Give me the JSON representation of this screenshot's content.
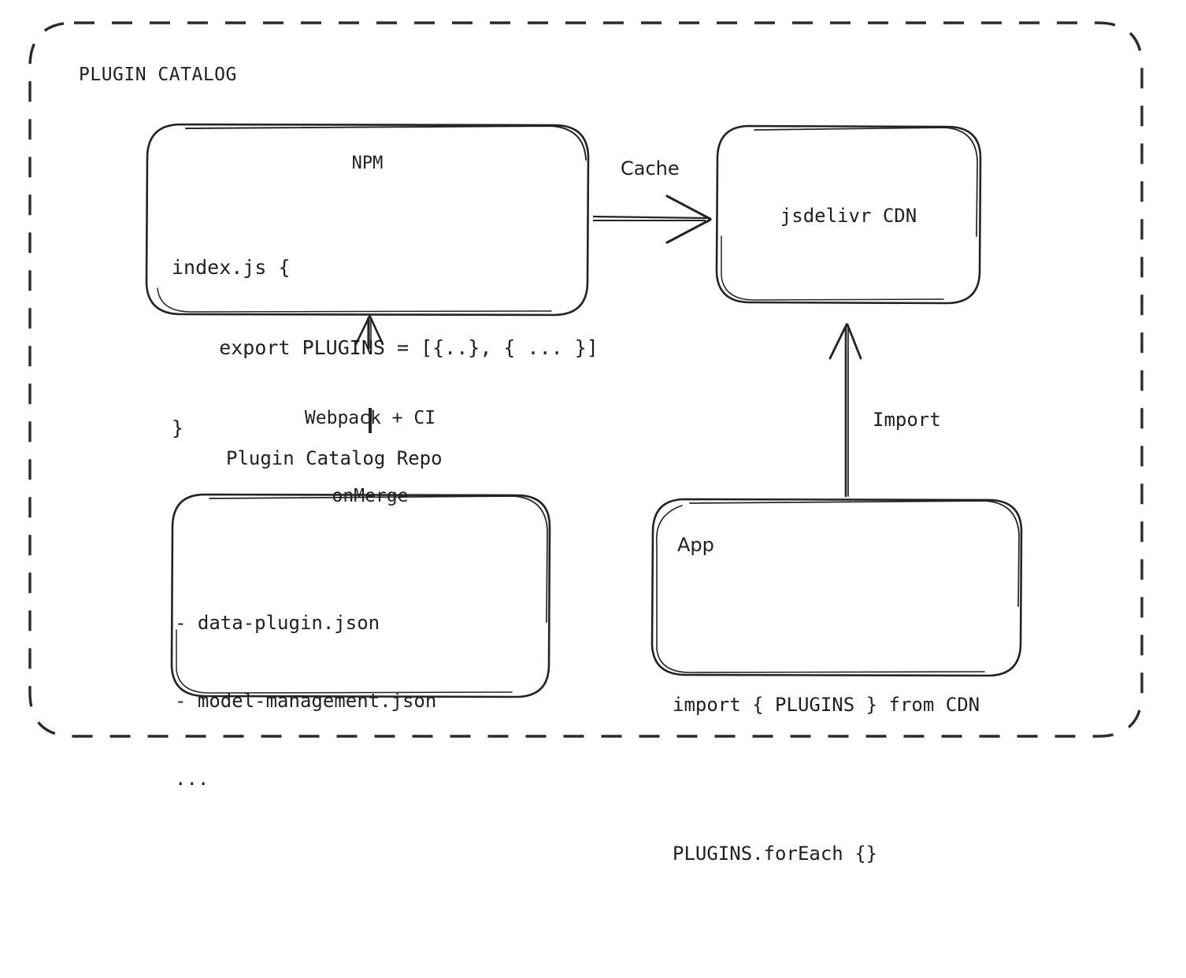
{
  "container": {
    "title": "PLUGIN CATALOG",
    "border_style": "dashed",
    "stroke_color": "#2b2b2b"
  },
  "nodes": {
    "npm": {
      "title": "NPM",
      "code_line_1": "index.js {",
      "code_line_2": "    export PLUGINS = [{..}, { ... }]",
      "code_line_3": "}"
    },
    "cdn": {
      "title": "jsdelivr CDN"
    },
    "repo": {
      "caption": "Plugin Catalog Repo",
      "file_line_1": "- data-plugin.json",
      "file_line_2": "- model-management.json",
      "file_line_3": "..."
    },
    "app": {
      "title": "App",
      "code_line_1": "import { PLUGINS } from CDN",
      "code_line_2": "PLUGINS.forEach {}"
    }
  },
  "edges": {
    "cache": {
      "label": "Cache",
      "from": "npm",
      "to": "cdn",
      "direction": "right"
    },
    "webpack": {
      "label_line_1": "Webpack + CI",
      "label_line_2": "onMerge",
      "from": "repo",
      "to": "npm",
      "direction": "up"
    },
    "import": {
      "label": "Import",
      "from": "app",
      "to": "cdn",
      "direction": "up"
    }
  },
  "colors": {
    "background": "#ffffff",
    "ink": "#1f1f1f",
    "stroke": "#2b2b2b"
  }
}
